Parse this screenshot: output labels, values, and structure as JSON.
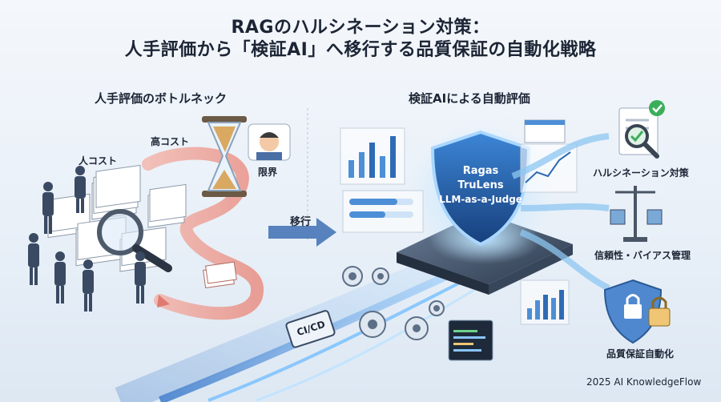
{
  "title": {
    "line1": "RAGのハルシネーション対策：",
    "line2": "人手評価から「検証AI」へ移行する品質保証の自動化戦略"
  },
  "left": {
    "heading": "人手評価のボトルネック",
    "labels": {
      "cost_human": "人コスト",
      "cost_high": "高コスト",
      "limit": "限界"
    }
  },
  "center": {
    "migration": "移行",
    "cicd": "CI/CD"
  },
  "right": {
    "heading": "検証AIによる自動評価",
    "shield_lines": [
      "Ragas",
      "TruLens",
      "LLM-as-a-Judge"
    ],
    "outcomes": [
      "ハルシネーション対策",
      "信頼性・バイアス管理",
      "品質保証自動化"
    ]
  },
  "footer": "2025 AI KnowledgeFlow",
  "colors": {
    "accent": "#2d7fd3",
    "shield": "#1f5fae",
    "check": "#3cae5a",
    "path": "#e07a70"
  }
}
